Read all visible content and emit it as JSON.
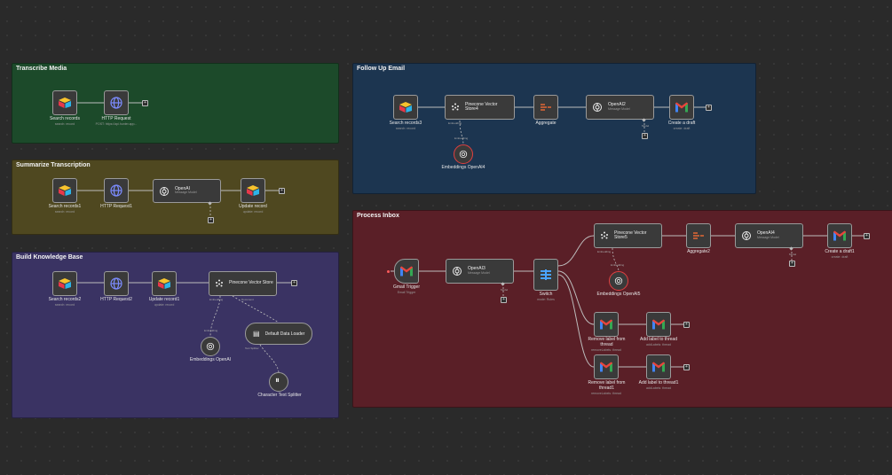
{
  "groups": {
    "transcribe": "Transcribe Media",
    "summarize": "Summarize Transcription",
    "knowledge": "Build Knowledge Base",
    "followup": "Follow Up Email",
    "inbox": "Process Inbox"
  },
  "nodes": {
    "search_records": {
      "label": "Search records",
      "sub": "search: record"
    },
    "http_request": {
      "label": "HTTP Request",
      "sub": "POST: https://api.hunter.app..."
    },
    "search_records1": {
      "label": "Search records1",
      "sub": "search: record"
    },
    "http_request1": {
      "label": "HTTP Request1"
    },
    "openai": {
      "label": "OpenAI",
      "sub": "Message Model"
    },
    "update_record": {
      "label": "Update record",
      "sub": "update: record"
    },
    "search_records2": {
      "label": "Search records2",
      "sub": "search: record"
    },
    "http_request2": {
      "label": "HTTP Request2"
    },
    "update_record1": {
      "label": "Update record1",
      "sub": "update: record"
    },
    "pinecone_store": {
      "label": "Pinecone Vector Store"
    },
    "embeddings_openai": {
      "label": "Embeddings OpenAI"
    },
    "default_loader": {
      "label": "Default Data Loader"
    },
    "char_splitter": {
      "label": "Character Text Splitter"
    },
    "search_records3": {
      "label": "Search records3",
      "sub": "search: record"
    },
    "pinecone_store4": {
      "label": "Pinecone Vector Store4"
    },
    "embeddings_openai4": {
      "label": "Embeddings OpenAI4"
    },
    "aggregate": {
      "label": "Aggregate"
    },
    "openai2": {
      "label": "OpenAI2",
      "sub": "Message Model"
    },
    "create_draft": {
      "label": "Create a draft",
      "sub": "create: draft"
    },
    "gmail_trigger": {
      "label": "Gmail Trigger",
      "sub": "Email Trigger"
    },
    "openai3": {
      "label": "OpenAI3",
      "sub": "Message Model"
    },
    "switch": {
      "label": "Switch",
      "sub": "mode: Rules"
    },
    "pinecone_store5": {
      "label": "Pinecone Vector Store5"
    },
    "embeddings_openai5": {
      "label": "Embeddings OpenAI5"
    },
    "aggregate2": {
      "label": "Aggregate2"
    },
    "openai4": {
      "label": "OpenAI4",
      "sub": "Message Model"
    },
    "create_draft1": {
      "label": "Create a draft1",
      "sub": "create: draft"
    },
    "remove_label": {
      "label": "Remove label from thread",
      "sub": "removeLabels: thread"
    },
    "add_label": {
      "label": "Add label to thread",
      "sub": "addLabels: thread"
    },
    "remove_label1": {
      "label": "Remove label from thread1",
      "sub": "removeLabels: thread"
    },
    "add_label1": {
      "label": "Add label to thread1",
      "sub": "addLabels: thread"
    }
  },
  "port_labels": {
    "embedding": "Embedding",
    "embedding_doc": "Embedding Document",
    "document": "Document",
    "text_splitter": "Text Splitter",
    "model": "Model"
  },
  "colors": {
    "green": "#1c4a2a",
    "olive": "#4f4820",
    "purple": "#3a3363",
    "blue": "#1c3550",
    "red": "#5a1f27"
  }
}
